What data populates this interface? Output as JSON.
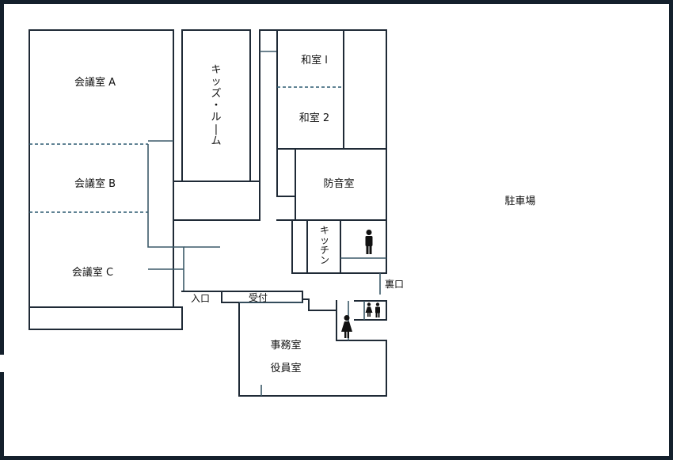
{
  "frame_color": "#14202c",
  "wall_color": "#1f2a36",
  "inner_wall_color": "#3b5968",
  "rooms": {
    "meeting_a": "会議室 A",
    "meeting_b": "会議室 B",
    "meeting_c": "会議室 C",
    "kids_room": "キッズ・ルーム",
    "washitsu_1": "和室 l",
    "washitsu_2": "和室 2",
    "soundproof": "防音室",
    "kitchen": "キッチン",
    "office": "事務室",
    "officers": "役員室",
    "parking": "駐車場"
  },
  "labels": {
    "entrance": "入口",
    "reception": "受付",
    "back_door": "裏口"
  },
  "icons": {
    "male_restroom": "male-restroom-icon",
    "female_restroom": "female-restroom-icon",
    "accessible_restroom": "family-restroom-icon"
  }
}
